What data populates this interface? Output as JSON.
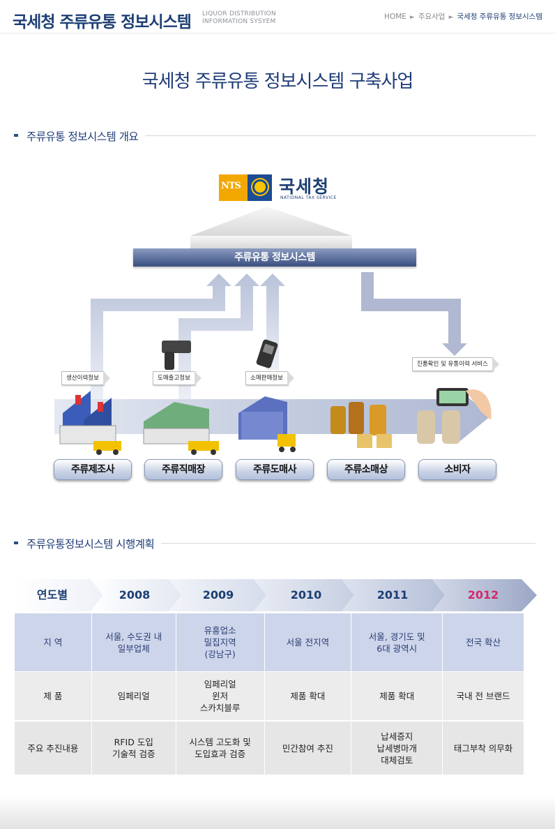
{
  "header": {
    "title": "국세청 주류유통 정보시스템",
    "subtitle_line1": "LIQUOR DISTRIBUTION",
    "subtitle_line2": "INFORMATION SYSYEM",
    "breadcrumb": [
      "HOME",
      "주요사업",
      "국세청 주류유통 정보시스템"
    ]
  },
  "page_title": "국세청 주류유통 정보시스템 구축사업",
  "section_overview": {
    "label": "주류유통 정보시스템 개요"
  },
  "diagram": {
    "logo_mark": "NTS",
    "agency_name": "국세청",
    "agency_name_en": "NATIONAL TAX SERVICE",
    "system_label": "주류유통 정보시스템",
    "info_tags": [
      {
        "label": "생산이력정보"
      },
      {
        "label": "도매출고정보"
      },
      {
        "label": "소매판매정보"
      },
      {
        "label": "진품확인 및 유통이력 서비스"
      }
    ],
    "actors": [
      {
        "label": "주류제조사",
        "icon": "factory-icon"
      },
      {
        "label": "주류직매장",
        "icon": "warehouse-icon"
      },
      {
        "label": "주류도매사",
        "icon": "wholesale-building-icon"
      },
      {
        "label": "주류소매상",
        "icon": "liquor-bottles-icon"
      },
      {
        "label": "소비자",
        "icon": "smartphone-scan-icon"
      }
    ],
    "colors": {
      "arrow": "#c9d0e2",
      "arrow_dark": "#9aa6c4",
      "bar": "#3a4f80",
      "accent": "#1d3f74"
    }
  },
  "section_plan": {
    "label": "주류유통정보시스템 시행계획"
  },
  "plan": {
    "corner_label": "연도별",
    "years": [
      "2008",
      "2009",
      "2010",
      "2011",
      "2012"
    ],
    "highlight_year": "2012",
    "highlight_color": "#d4276a",
    "rows": [
      {
        "label": "지  역",
        "cells": [
          [
            "서울, 수도권 내",
            "일부업체"
          ],
          [
            "유흥업소",
            "밀집지역",
            "(강남구)"
          ],
          [
            "서울 전지역"
          ],
          [
            "서울, 경기도 및",
            "6대 광역시"
          ],
          [
            "전국 확산"
          ]
        ]
      },
      {
        "label": "제  품",
        "cells": [
          [
            "임페리얼"
          ],
          [
            "임페리얼",
            "윈저",
            "스카치블루"
          ],
          [
            "제품 확대"
          ],
          [
            "제품 확대"
          ],
          [
            "국내 전 브랜드"
          ]
        ]
      },
      {
        "label": "주요 추진내용",
        "cells": [
          [
            "RFID 도입",
            "기술적 검증"
          ],
          [
            "시스템 고도화 및",
            "도입효과 검증"
          ],
          [
            "민간참여 추진"
          ],
          [
            "납세증지",
            "납세병마개",
            "대체검토"
          ],
          [
            "태그부착 의무화"
          ]
        ]
      }
    ]
  }
}
